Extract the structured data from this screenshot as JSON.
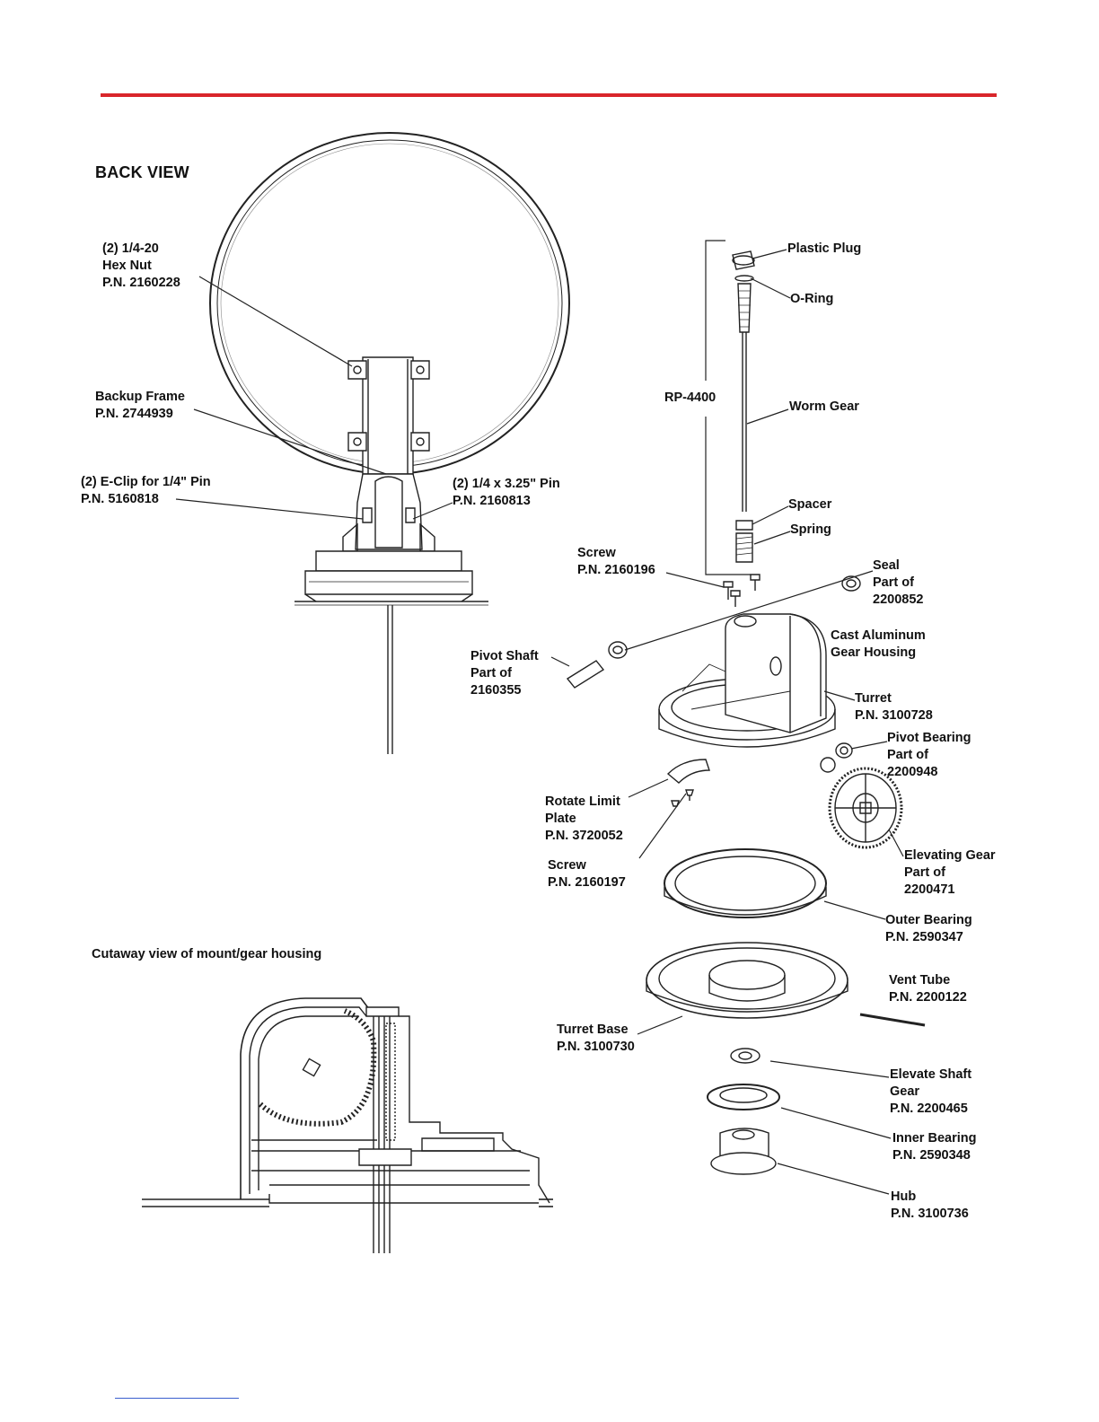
{
  "back_view_title": "BACK VIEW",
  "cutaway_title": "Cutaway view of mount/gear housing",
  "colors": {
    "rule": "#d9262b",
    "ink": "#111111"
  },
  "labels": {
    "hex_nut": [
      "(2) 1/4-20",
      "Hex Nut",
      "P.N. 2160228"
    ],
    "backup_frame": [
      "Backup Frame",
      "P.N. 2744939"
    ],
    "e_clip": [
      "(2) E-Clip for 1/4\" Pin",
      "P.N. 5160818"
    ],
    "pin": [
      "(2) 1/4 x 3.25\" Pin",
      "P.N. 2160813"
    ],
    "plastic_plug": [
      "Plastic Plug"
    ],
    "o_ring": [
      "O-Ring"
    ],
    "rp": [
      "RP-4400"
    ],
    "worm_gear": [
      "Worm Gear"
    ],
    "spacer": [
      "Spacer"
    ],
    "spring": [
      "Spring"
    ],
    "screw_top": [
      "Screw",
      "P.N. 2160196"
    ],
    "seal": [
      "Seal",
      "Part of",
      "2200852"
    ],
    "gear_housing": [
      "Cast Aluminum",
      "Gear Housing"
    ],
    "pivot_shaft": [
      "Pivot Shaft",
      "Part of",
      "2160355"
    ],
    "turret": [
      "Turret",
      "P.N. 3100728"
    ],
    "pivot_bearing": [
      "Pivot Bearing",
      "Part of",
      "2200948"
    ],
    "rotate_limit": [
      "Rotate Limit",
      "Plate",
      "P.N. 3720052"
    ],
    "screw_bottom": [
      "Screw",
      "P.N. 2160197"
    ],
    "elevating_gear": [
      "Elevating Gear",
      "Part of",
      "2200471"
    ],
    "outer_bearing": [
      "Outer Bearing",
      "P.N. 2590347"
    ],
    "vent_tube": [
      "Vent Tube",
      "P.N. 2200122"
    ],
    "turret_base": [
      "Turret Base",
      "P.N. 3100730"
    ],
    "elevate_shaft": [
      "Elevate Shaft",
      "Gear",
      "P.N. 2200465"
    ],
    "inner_bearing": [
      "Inner Bearing",
      "P.N. 2590348"
    ],
    "hub": [
      "Hub",
      "P.N. 3100736"
    ]
  }
}
